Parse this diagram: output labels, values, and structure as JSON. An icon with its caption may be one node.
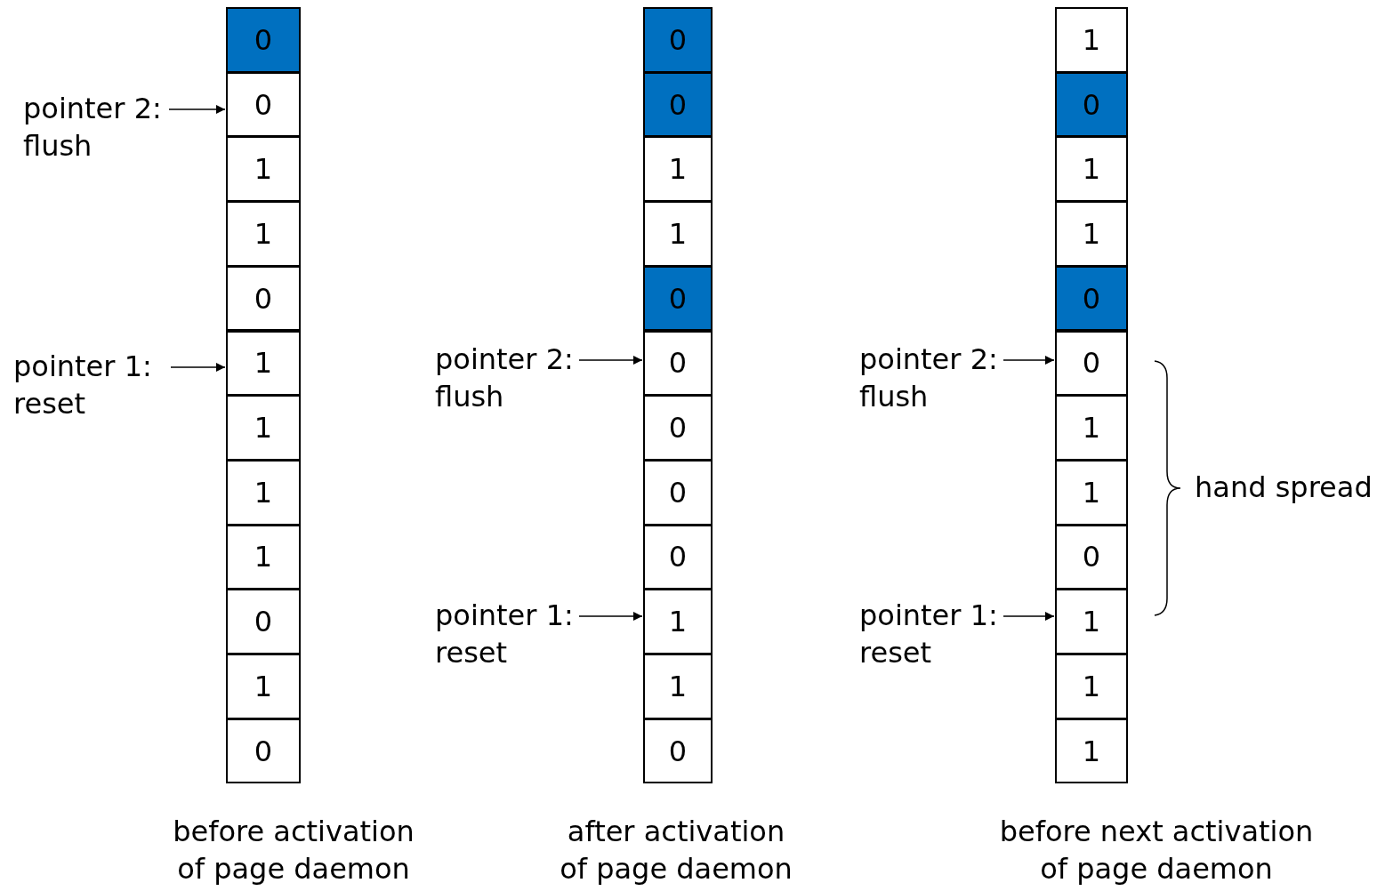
{
  "diagram": {
    "nodes": [
      {
        "text": [
          "0"
        ]
      },
      {
        "text": [
          "0"
        ]
      },
      {
        "text": [
          "1"
        ]
      },
      {
        "text": [
          "1"
        ]
      },
      {
        "text": [
          "0"
        ]
      },
      {
        "text": [
          "1"
        ]
      },
      {
        "text": [
          "1"
        ]
      },
      {
        "text": [
          "1"
        ]
      },
      {
        "text": [
          "1"
        ]
      },
      {
        "text": [
          "0"
        ]
      },
      {
        "text": [
          "1"
        ]
      },
      {
        "text": [
          "0"
        ]
      },
      {
        "text": [
          "pointer 2: flush"
        ]
      },
      {
        "text": [
          "pointer 1: reset"
        ]
      },
      {
        "text": [
          "0"
        ]
      },
      {
        "text": [
          "0"
        ]
      },
      {
        "text": [
          "1"
        ]
      },
      {
        "text": [
          "1"
        ]
      },
      {
        "text": [
          "0"
        ]
      },
      {
        "text": [
          "0"
        ]
      },
      {
        "text": [
          "0"
        ]
      },
      {
        "text": [
          "0"
        ]
      },
      {
        "text": [
          "0"
        ]
      },
      {
        "text": [
          "1"
        ]
      },
      {
        "text": [
          "1"
        ]
      },
      {
        "text": [
          "0"
        ]
      },
      {
        "text": [
          "pointer 2: flush"
        ]
      },
      {
        "text": [
          "pointer 1: reset"
        ]
      },
      {
        "text": [
          "1"
        ]
      },
      {
        "text": [
          "0"
        ]
      },
      {
        "text": [
          "1"
        ]
      },
      {
        "text": [
          "1"
        ]
      },
      {
        "text": [
          "0"
        ]
      },
      {
        "text": [
          "0"
        ]
      },
      {
        "text": [
          "1"
        ]
      },
      {
        "text": [
          "1"
        ]
      },
      {
        "text": [
          "0"
        ]
      },
      {
        "text": [
          "1"
        ]
      },
      {
        "text": [
          "1"
        ]
      },
      {
        "text": [
          "1"
        ]
      },
      {
        "text": [
          "pointer 2: flush"
        ]
      },
      {
        "text": [
          "pointer 1: reset"
        ]
      }
    ],
    "edges": [
      {
        "from": 12,
        "to": 1,
        "arrow": "to"
      },
      {
        "from": 13,
        "to": 5,
        "arrow": "to"
      },
      {
        "from": 26,
        "to": 19,
        "arrow": "to"
      },
      {
        "from": 27,
        "to": 23,
        "arrow": "to"
      },
      {
        "from": 40,
        "to": 33,
        "arrow": "to"
      },
      {
        "from": 41,
        "to": 37,
        "arrow": "to"
      }
    ],
    "labels": [
      "hand spread",
      "before activation of page daemon",
      "after activation of page daemon",
      "before next activation of page daemon"
    ]
  }
}
